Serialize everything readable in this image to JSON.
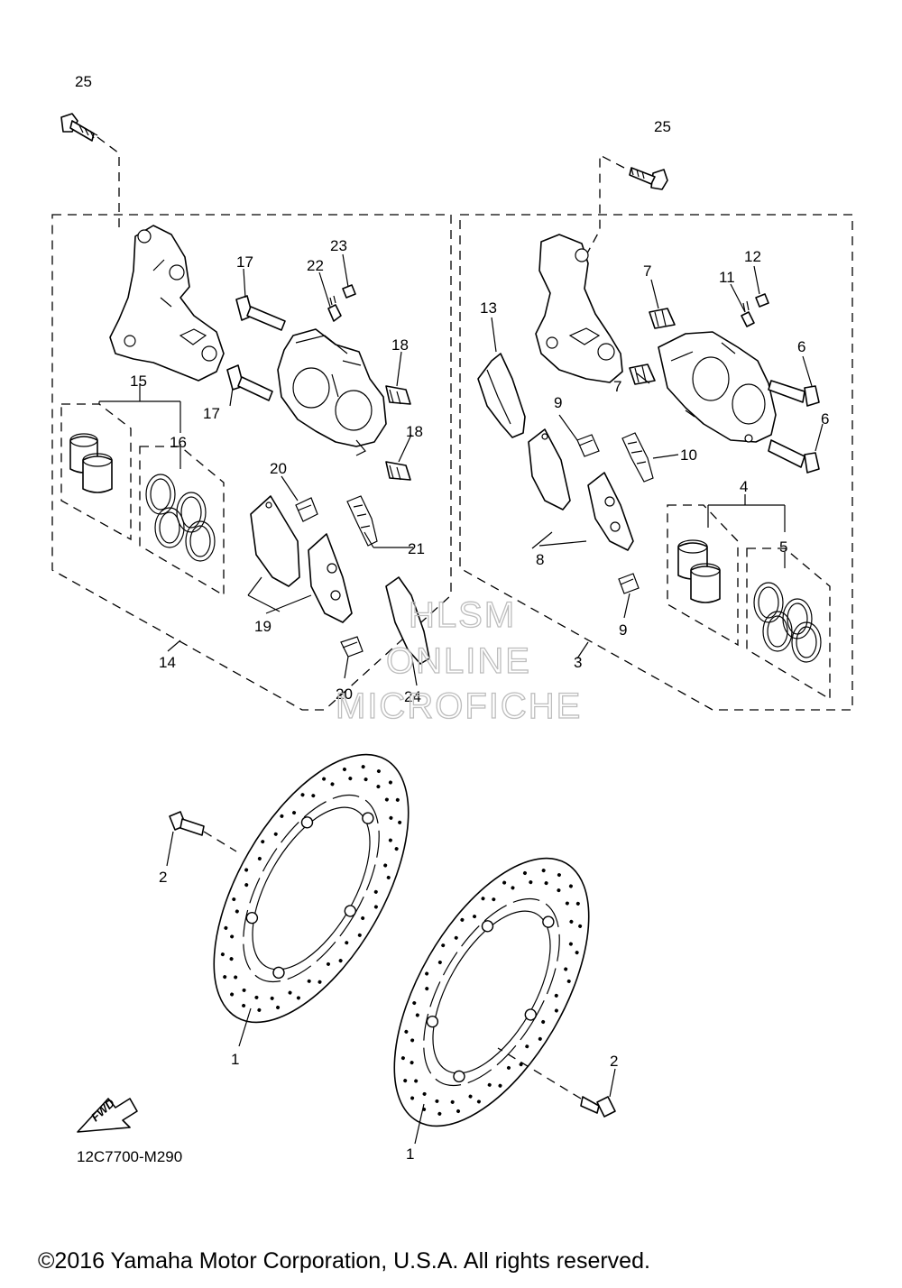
{
  "diagram": {
    "figure_code": "12C7700-M290",
    "copyright": "©2016 Yamaha Motor Corporation, U.S.A. All rights reserved.",
    "watermark": [
      "HLSM",
      "ONLINE",
      "MICROFICHE"
    ],
    "fwd_label": "FWD",
    "callouts": {
      "c1a": "1",
      "c1b": "1",
      "c2a": "2",
      "c2b": "2",
      "c3": "3",
      "c4": "4",
      "c5": "5",
      "c6a": "6",
      "c6b": "6",
      "c7a": "7",
      "c7b": "7",
      "c8": "8",
      "c9a": "9",
      "c9b": "9",
      "c10": "10",
      "c11": "11",
      "c12": "12",
      "c13": "13",
      "c14": "14",
      "c15": "15",
      "c16": "16",
      "c17a": "17",
      "c17b": "17",
      "c18a": "18",
      "c18b": "18",
      "c19": "19",
      "c20a": "20",
      "c20b": "20",
      "c21": "21",
      "c22": "22",
      "c23": "23",
      "c24": "24",
      "c25a": "25",
      "c25b": "25"
    }
  }
}
